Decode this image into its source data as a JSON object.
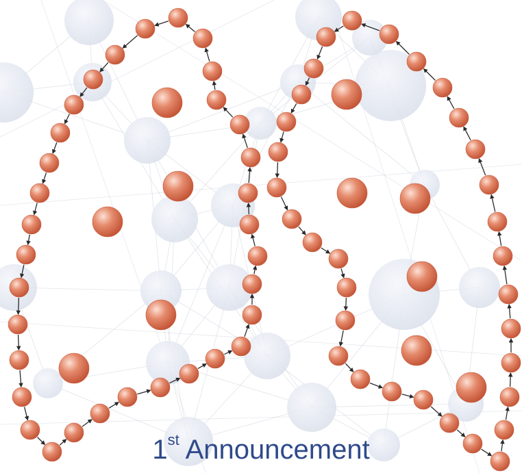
{
  "announcement": {
    "ordinal": "1",
    "ordinal_suffix": "st",
    "label": "Announcement"
  },
  "colors": {
    "caption": "#2f4a8a",
    "bead": "#e0785a",
    "bead_highlight": "#fbd2c2",
    "bead_shadow": "#b84a30",
    "background_node": "#dde3ee",
    "network_line": "#c7cdd8",
    "arrow": "#2a2a2a"
  },
  "icons": {
    "left_outline": "lung-outline-left-icon",
    "right_outline": "lung-outline-right-icon"
  }
}
